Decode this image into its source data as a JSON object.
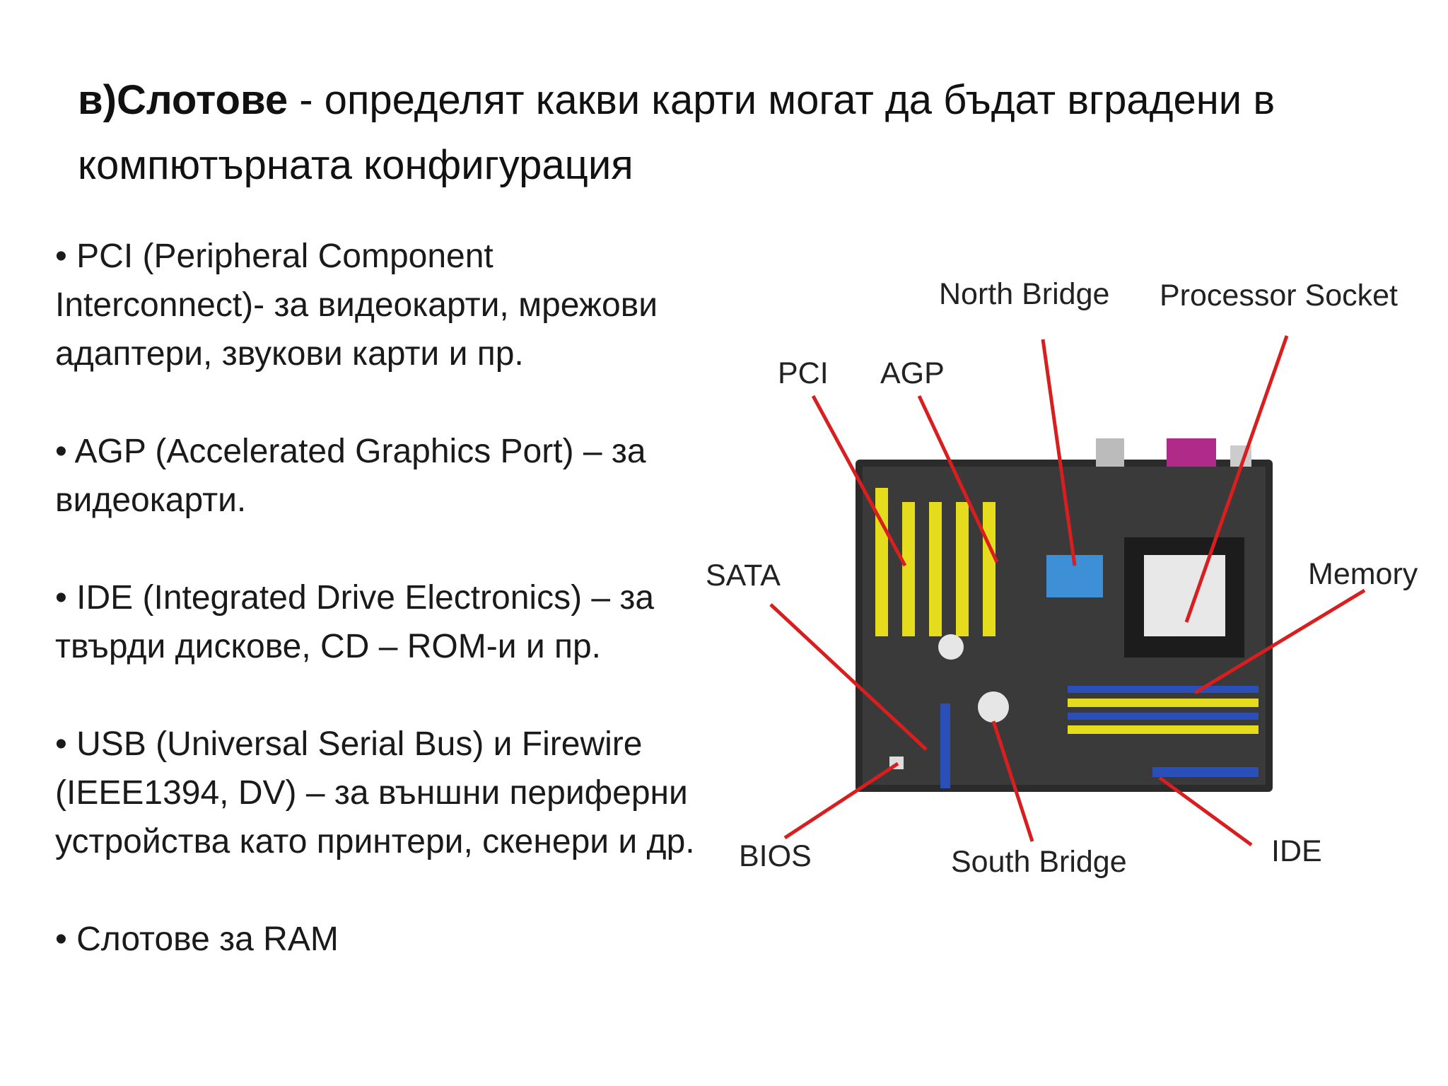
{
  "title": {
    "bold_part": "в)Слотове",
    "rest": " - определят какви карти могат да бъдат вградени в компютърната  конфигурация"
  },
  "bullets": [
    "• PCI (Peripheral Component Interconnect)- за видеокарти, мрежови адаптери, звукови карти и пр.",
    "• AGP (Accelerated Graphics Port) – за видеокарти.",
    "• IDE (Integrated Drive Electronics) – за твърди дискове, CD – ROM-и и пр.",
    "• USB (Universal Serial Bus) и Firewire (IEEE1394, DV) – за външни периферни устройства като принтери, скенери и др.",
    "• Слотове за RAM"
  ],
  "diagram": {
    "labels": {
      "north_bridge": "North Bridge",
      "processor_socket": "Processor Socket",
      "pci": "PCI",
      "agp": "AGP",
      "sata": "SATA",
      "memory": "Memory",
      "bios": "BIOS",
      "south_bridge": "South Bridge",
      "ide": "IDE"
    },
    "colors": {
      "pointer": "#d81e1e",
      "board": "#2b2b2b",
      "pci_slot": "#e6dc1e",
      "memory_slot_yellow": "#e6dc1e",
      "memory_slot_blue": "#2a4fb8",
      "north_bridge_heatsink": "#3d8fd6",
      "parallel_port": "#b02a8a"
    }
  }
}
